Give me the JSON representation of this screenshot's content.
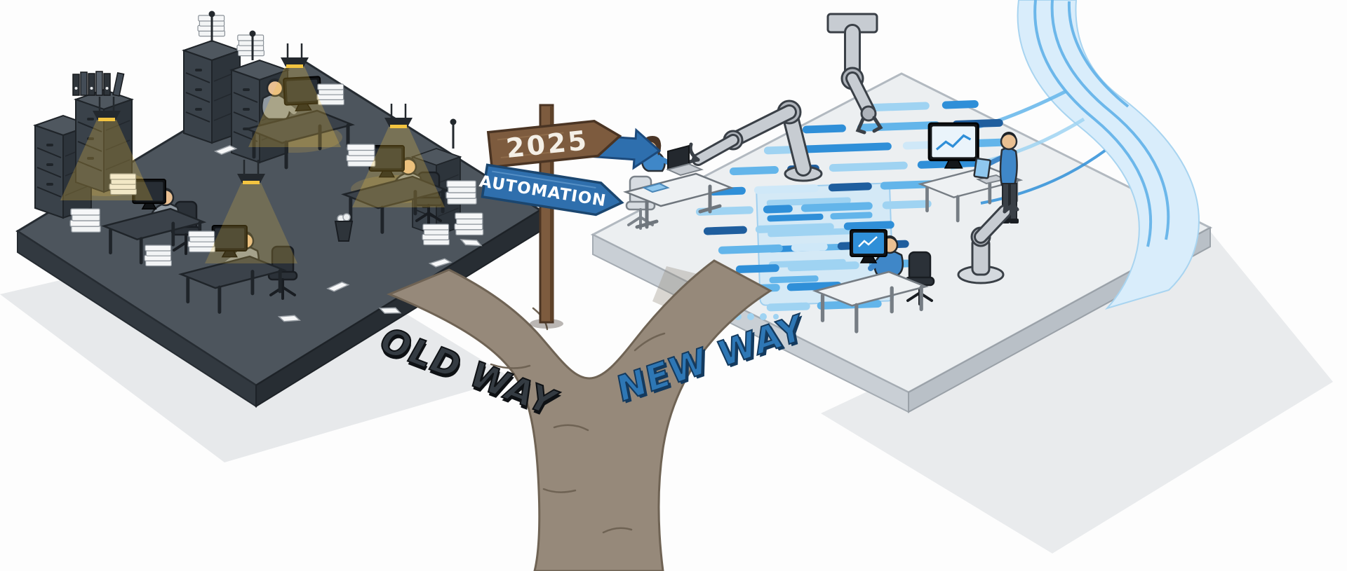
{
  "scene": {
    "signpost": {
      "year_sign": "2025",
      "automation_sign": "AUTOMATION"
    },
    "ground_labels": {
      "old_way": "OLD WAY",
      "new_way": "NEW WAY"
    },
    "palette": {
      "old_platform_top": "#4d555d",
      "old_platform_side": "#2c3339",
      "new_platform_top": "#eceff1",
      "new_platform_side": "#c6cdd3",
      "path_dirt": "#96897a",
      "sign_wood": "#7d5b3e",
      "sign_blue": "#2f6fad",
      "stream_blue": "#2f8fd8",
      "lamp_glow": "#f3c440",
      "old_text_color": "#343b42",
      "new_text_color": "#2e77b5",
      "background": "#fdfdfd"
    }
  }
}
